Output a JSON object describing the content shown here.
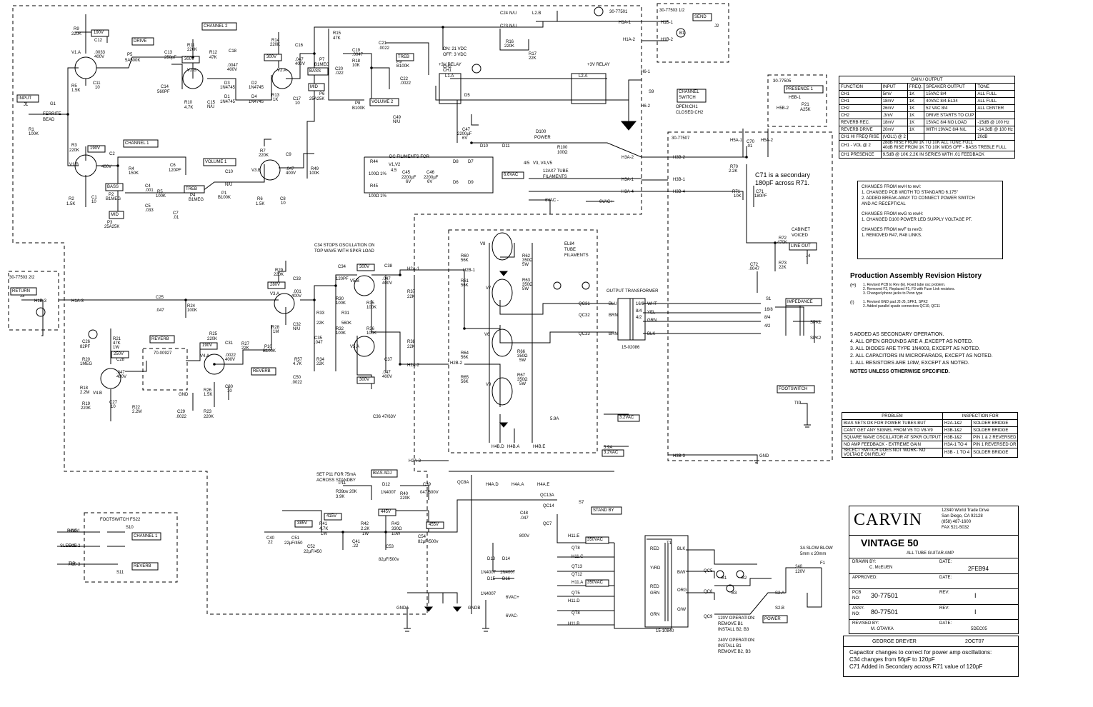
{
  "labels": {
    "input": "INPUT",
    "drive": "DRIVE",
    "channel2": "CHANNEL 2",
    "channel1": "CHANNEL 1",
    "volume1": "VOLUME 1",
    "volume2": "VOLUME 2",
    "treb": "TREB",
    "bass": "BASS",
    "mid": "MID",
    "reverb": "REVERB",
    "return": "RETURN",
    "send": "SEND",
    "presence": "PRESENCE 1",
    "channel_switch": "CHANNEL SWITCH",
    "channel_switch_note": "OPEN:CH1 CLOSED:CH2",
    "line_out": "LINE OUT",
    "cabinet_voiced": "CABINET VOICED",
    "impedance": "IMPEDANCE",
    "spk1": "SPK1",
    "spk2": "SPK2",
    "footswitch": "FOOTSWITCH",
    "footswitch_fs22": "FOOTSWITCH  FS22",
    "ring": "RING",
    "sleeve": "SLEEVE",
    "tip": "TIP",
    "stand_by": "STAND BY",
    "power": "POWER",
    "bias_adj": "BIAS ADJ",
    "bias_note": "SET P11 FOR 75mA ACROSS STANDBY",
    "c34_note": "C34 STOPS OSCILLATION ON TOP WAVE WITH SPKR LOAD",
    "c71_note": "C71 is a secondary 180pF across R71.",
    "output_transformer": "OUTPUT TRANSFORMER",
    "ot_part": "15-02086",
    "pt_part": "15-10840",
    "dc_filaments": "DC FILIMENTS FOR",
    "tube_filaments": "12AX7 TUBE FILAMENTS",
    "el84_filaments": "EL84 TUBE FILAMENTS",
    "power_led": "POWER",
    "s6_note": "ON: 21 VDC OFF: 3 VDC",
    "relay": "+3V RELAY",
    "fuse": "3A SLOW BLOW 5mm x 20mm",
    "op120": "120V OPERATION: REMOVE B1 INSTALL B2, B3",
    "op240": "240V OPERATION: INSTALL B1 REMOVE B2, B3",
    "gnd": "GND",
    "gnda": "GNDA",
    "gndb": "GNDB",
    "ferrite": "FERRITE BEAD",
    "part_30_77501": "30-77501",
    "part_30_77503_a": "30-77503  1/2",
    "part_30_77503_b": "30-77503  2/2",
    "part_30_77505": "30-77505",
    "part_30_77507": "30-77507"
  },
  "voltage_tags": [
    "190V",
    "300V",
    "300V",
    "190V",
    "280V",
    "300V",
    "300V",
    "250V",
    "190V",
    "385V",
    "415V",
    "445V",
    "455V",
    "350VAC",
    "350VAC",
    "3.2VAC",
    "3.2VAC",
    "6.6VAC"
  ],
  "gain_table": {
    "title": "GAIN / OUTPUT",
    "headers": [
      "FUNCTION",
      "INPUT",
      "FREQ.",
      "SPEAKER OUTPUT",
      "TONE"
    ],
    "rows": [
      [
        "CH1",
        "5mV",
        "1K",
        "15VAC  8/4",
        "ALL FULL"
      ],
      [
        "CH1",
        "18mV",
        "1K",
        "40VAC  8/4-EL34",
        "ALL FULL"
      ],
      [
        "CH2",
        "26mV",
        "1K",
        "52 VAC  8/4",
        "ALL CENTER"
      ],
      [
        "CH2",
        ".3mV",
        "1K",
        "DRIVE STARTS TO CUP",
        ""
      ],
      [
        "REVERB REC.",
        "18mV",
        "1K",
        "15VAC  8/4 NO LOAD",
        "-15dB @ 100 Hz"
      ],
      [
        "REVERB DRIVE",
        "20mV",
        "1K",
        "WITH 19VAC 8/4 N/L",
        "-14.3dB @ 100 Hz"
      ],
      [
        "CH1 HI FREQ RISE",
        "(VOL1) @ 2",
        "",
        "",
        "20dB"
      ]
    ],
    "extra": [
      [
        "CH1 - VOL @ 2",
        "28dB RISE FROM 1K TO 10K  ALL TONE FULL",
        "40dB RISE FROM 1K TO 10K  MIDS OFF - BASS TREBLE FULL"
      ],
      [
        "CH1 PRESENCE",
        "9.5dB @ 10K 2.2K IN SERIES WITH .01 FEEDBACK",
        ""
      ]
    ]
  },
  "changes": {
    "lines": [
      "CHANGES FROM revH to revI:",
      "1. CHANGED PCB WIDTH TO STANDARD 6.175\"",
      "2. ADDED BREAK-AWAY TO CONNECT POWER SWITCH",
      "    AND AC RECEPTICAL",
      "CHANGES FROM revG to revH:",
      "1. CHANGED D100 POWER LED SUPPLY VOLTAGE PT.",
      "CHANGES FROM revF to revG:",
      "1. REMOVED R47, R48 LINKS."
    ]
  },
  "revision": {
    "title": "Production Assembly Revision History",
    "h_label": "(H)",
    "h_items": [
      "1. Revised PCB to Rev (E). Fixed tube osc problem.",
      "2. Removed F2, Replaced F1, F3 with Fuse Link resistors.",
      "3. Changed phono jacks to Penn type"
    ],
    "i_label": "(I)",
    "i_items": [
      "1. Revised GND pad J2-J5, SPK1, SPK2",
      "2. Added parallel spade connectors QC10, QC11"
    ]
  },
  "notes": {
    "items": [
      "5  ADDED AS SECONDARY OPERATION.",
      "4.  ALL OPEN GROUNDS ARE  A  ,EXCEPT AS NOTED.",
      "3.  ALL DIODES ARE TYPE 1N4003, EXCEPT AS NOTED.",
      "2.  ALL CAPACITORS IN MICROFARADS, EXCEPT AS NOTED.",
      "1.  ALL RESISTORS ARE 1/4W, EXCEPT AS NOTED."
    ],
    "footer": "NOTES UNLESS OTHERWISE SPECIFIED."
  },
  "problem_table": {
    "headers": [
      "PROBLEM",
      "INSPECTION FOR"
    ],
    "rows": [
      [
        "BIAS SETS OK FOR POWER TUBES BUT",
        "H2A-1&2",
        "SOLDER BRIDGE"
      ],
      [
        "CAN'T GET ANY SIGNEL FROM V5 TO V8-V9",
        "H3B-1&2",
        "SOLDER BRIDGE"
      ],
      [
        "SQUARE WAVE OSCILLATOR AT SPKR OUTPUT",
        "H3B-1&2",
        "PIN 1 & 2 REVERSED"
      ],
      [
        "NO AMP FEEDBACK - EXTREME GAIN",
        "H3A-1 TO 4",
        "PIN 1 REVERSED OR"
      ],
      [
        "SELECT SWITCH DOES NOT WORK- NO VOLTAGE ON RELAY",
        "H3B - 1 TO 4",
        "SOLDER BRIDGE"
      ]
    ]
  },
  "title_block": {
    "brand": "CARVIN",
    "address": [
      "12340 World Trade Drive",
      "San Diego, CA  92128",
      "(858) 487-1600",
      "FAX 521-5032"
    ],
    "model": "VINTAGE 50",
    "subtitle": "ALL TUBE GUITAR AMP",
    "drawn_by_label": "DRAWN BY:",
    "drawn_by": "C. McEUEN",
    "date_label": "DATE:",
    "date": "2FEB94",
    "approved_label": "APPROVED:",
    "pcb_label": "PCB NO:",
    "pcb_no": "30-77501",
    "rev_label": "REV:",
    "pcb_rev": "I",
    "assy_label": "ASSY. NO:",
    "assy_no": "80-77501",
    "assy_rev": "I",
    "revised_label": "REVISED BY:",
    "revised_by": "M. OTAVKA",
    "revised_date": "5DEC05",
    "reviser2": "GEORGE DREYER",
    "reviser2_date": "2OCT07",
    "cap_note": [
      "Capacitor changes to correct for power amp oscillations:",
      "C34 changes from 56pF to 120pF",
      "C71 Added in Secondary across R71 value of 120pF"
    ]
  }
}
